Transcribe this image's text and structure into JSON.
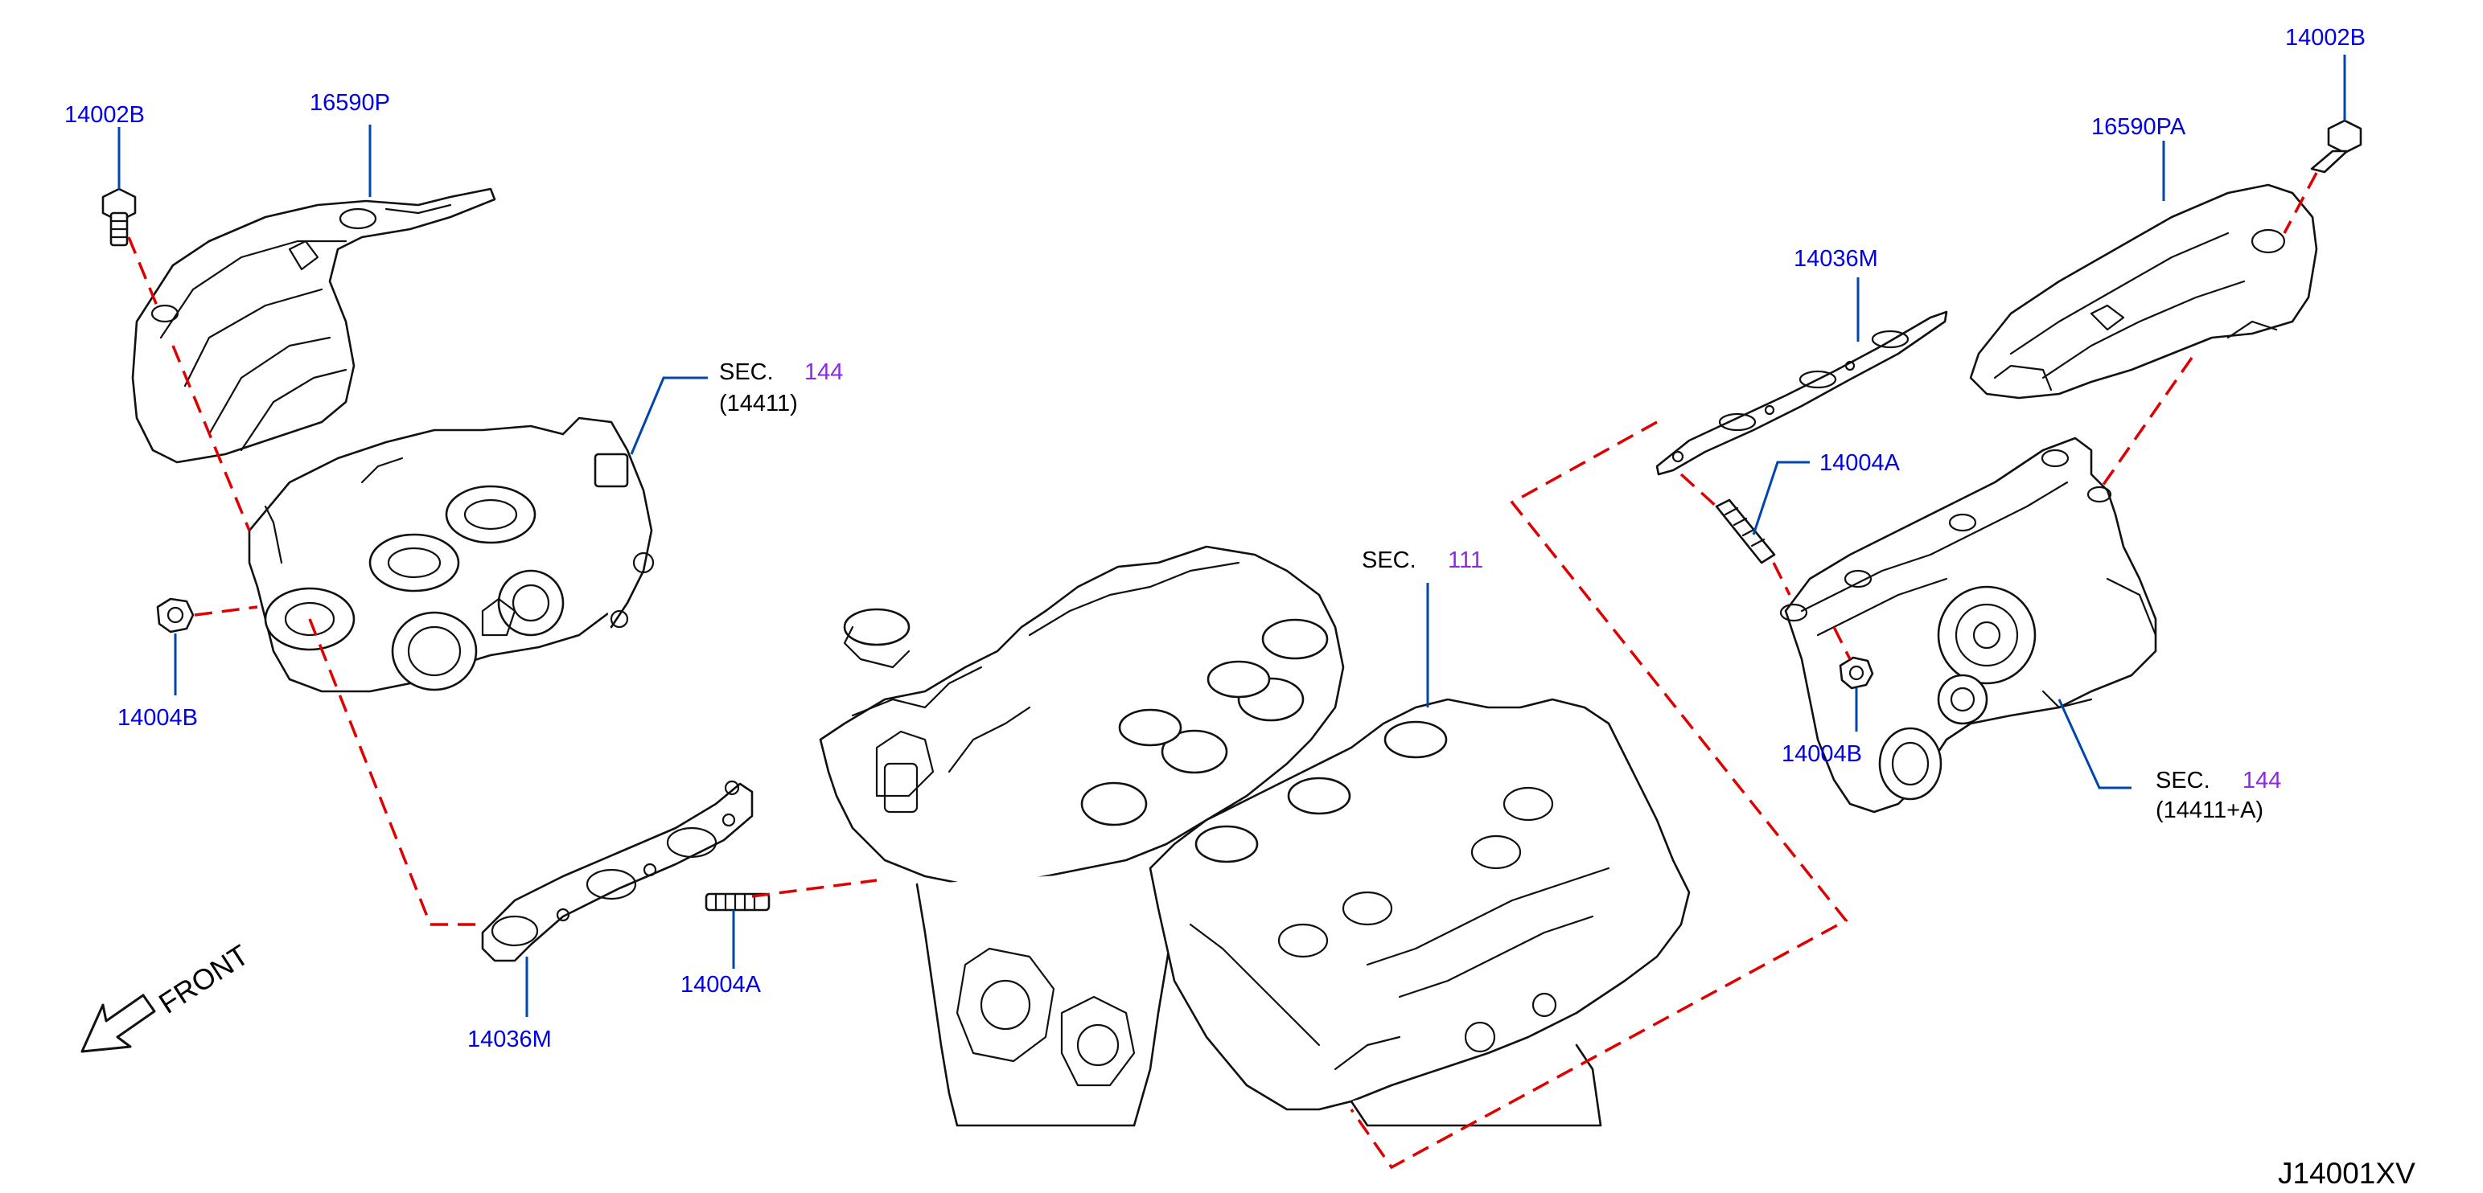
{
  "diagram": {
    "drawing_id": "J14001XV",
    "front_label": "FRONT"
  },
  "callouts": [
    {
      "part": "14002B"
    },
    {
      "part": "16590P"
    },
    {
      "part": "14004B"
    },
    {
      "part": "14036M"
    },
    {
      "part": "14004A"
    },
    {
      "part": "14002B"
    },
    {
      "part": "16590PA"
    },
    {
      "part": "14036M"
    },
    {
      "part": "14004A"
    },
    {
      "part": "14004B"
    }
  ],
  "sections": [
    {
      "prefix": "SEC.",
      "number": "144",
      "sub": "(14411)"
    },
    {
      "prefix": "SEC.",
      "number": "111",
      "sub": ""
    },
    {
      "prefix": "SEC.",
      "number": "144",
      "sub": "(14411+A)"
    }
  ],
  "colors": {
    "callout": "#0000e6",
    "section_number": "#8a2be2",
    "leader": "#0047ab",
    "dashed_path": "#e00000",
    "line_art": "#111111"
  }
}
